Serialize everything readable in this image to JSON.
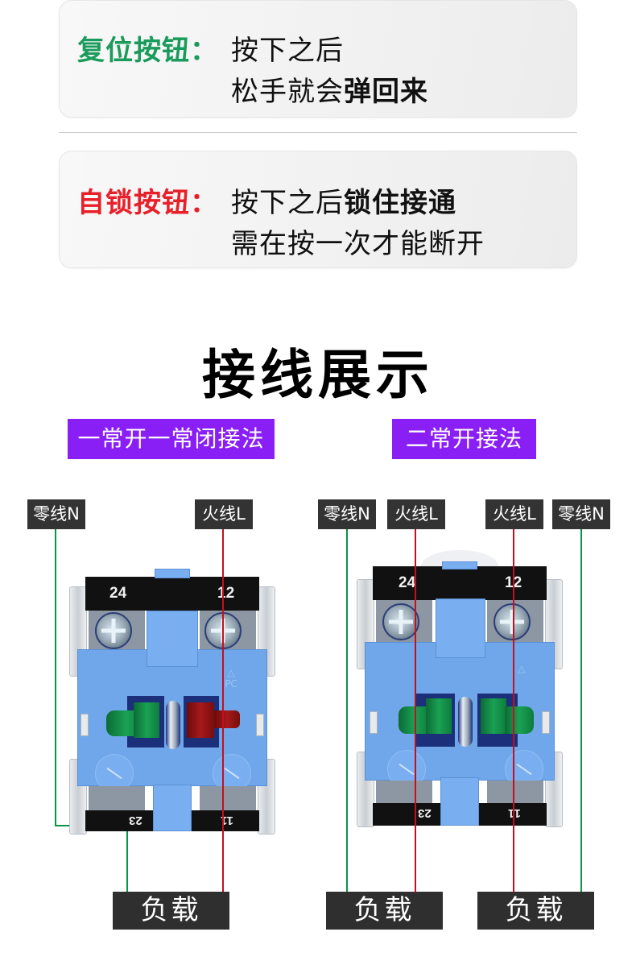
{
  "info_cards": [
    {
      "label": "复位按钮：",
      "label_color": "#1a9b5b",
      "line1": "按下之后",
      "line2_normal": "松手就会",
      "line2_bold": "弹回来"
    },
    {
      "label": "自锁按钮：",
      "label_color": "#e8202a",
      "line1_normal": "按下之后",
      "line1_bold": "锁住接通",
      "line2": "需在按一次才能断开"
    }
  ],
  "section_title": "接线展示",
  "methods": [
    {
      "title": "一常开一常闭接法",
      "badge_color": "#8a1ff5",
      "wire_labels": [
        "零线N",
        "火线L"
      ],
      "device": {
        "top_terminals": [
          "24",
          "12"
        ],
        "bottom_terminals": [
          "23",
          "11"
        ],
        "contacts": [
          "green",
          "red"
        ],
        "recycle_mark": "PC"
      },
      "loads": [
        "负载"
      ]
    },
    {
      "title": "二常开接法",
      "badge_color": "#8a1ff5",
      "wire_labels": [
        "零线N",
        "火线L",
        "火线L",
        "零线N"
      ],
      "device": {
        "top_terminals": [
          "24",
          "12"
        ],
        "bottom_terminals": [
          "23",
          "11"
        ],
        "contacts": [
          "green",
          "green"
        ]
      },
      "loads": [
        "负载",
        "负载"
      ]
    }
  ],
  "colors": {
    "neutral_wire": "#0a9444",
    "live_wire": "#c4101e",
    "label_bg": "#333333",
    "device_blue": "#6fa7ea"
  }
}
